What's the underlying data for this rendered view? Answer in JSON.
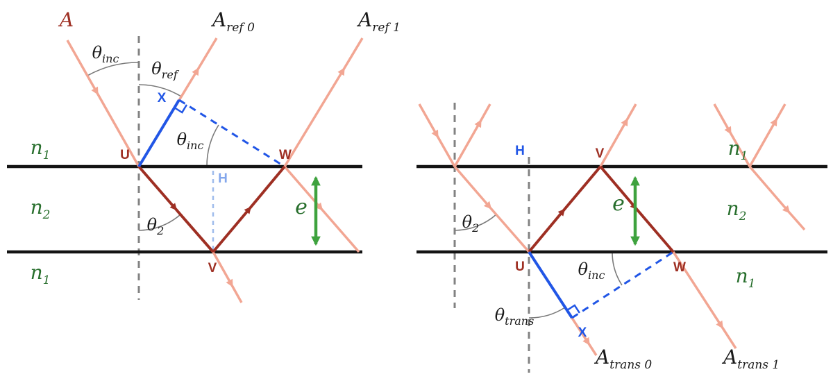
{
  "colors": {
    "ray_salmon": "#f2a693",
    "film_path_red": "#9e2f23",
    "construction_blue": "#2156e6",
    "construction_light_blue": "#84a7ec",
    "index_label_green": "#276e2c",
    "thickness_arrow_green": "#3ea23e",
    "normal_dash_gray": "#828282",
    "interface_black": "#141414"
  },
  "left": {
    "incident": "A",
    "a_ref0": {
      "base": "A",
      "sub": "ref 0"
    },
    "a_ref1": {
      "base": "A",
      "sub": "ref 1"
    },
    "theta_inc": {
      "base": "θ",
      "sub": "inc"
    },
    "theta_ref": {
      "base": "θ",
      "sub": "ref"
    },
    "theta_inc_film": {
      "base": "θ",
      "sub": "inc"
    },
    "theta_2": {
      "base": "θ",
      "sub": "2"
    },
    "n_top": {
      "base": "n",
      "sub": "1"
    },
    "n_mid": {
      "base": "n",
      "sub": "2"
    },
    "n_bot": {
      "base": "n",
      "sub": "1"
    },
    "U": "U",
    "V": "V",
    "W": "W",
    "X": "X",
    "H": "H",
    "thickness": "e"
  },
  "right": {
    "a_trans0": {
      "base": "A",
      "sub": "trans 0"
    },
    "a_trans1": {
      "base": "A",
      "sub": "trans 1"
    },
    "theta_2": {
      "base": "θ",
      "sub": "2"
    },
    "theta_trans": {
      "base": "θ",
      "sub": "trans"
    },
    "theta_inc": {
      "base": "θ",
      "sub": "inc"
    },
    "n_top": {
      "base": "n",
      "sub": "1"
    },
    "n_mid": {
      "base": "n",
      "sub": "2"
    },
    "n_bot": {
      "base": "n",
      "sub": "1"
    },
    "U": "U",
    "V": "V",
    "W": "W",
    "X": "X",
    "H": "H",
    "thickness": "e"
  }
}
